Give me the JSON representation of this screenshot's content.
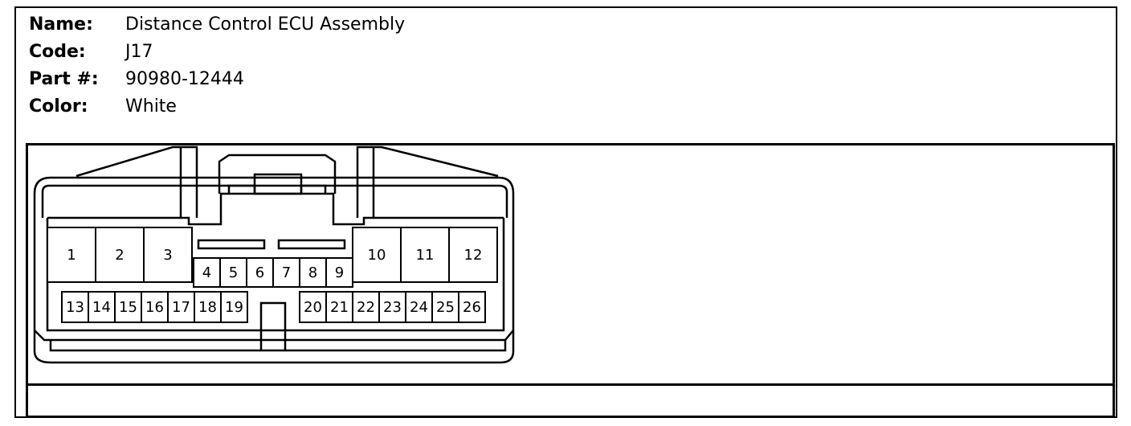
{
  "info": {
    "name_label": "Name:",
    "name_value": "Distance Control ECU Assembly",
    "code_label": "Code:",
    "code_value": "J17",
    "part_label": "Part #:",
    "part_value": "90980-12444",
    "color_label": "Color:",
    "color_value": "White"
  },
  "pins": {
    "top_left": [
      "1",
      "2",
      "3"
    ],
    "top_right": [
      "10",
      "11",
      "12"
    ],
    "middle": [
      "4",
      "5",
      "6",
      "7",
      "8",
      "9"
    ],
    "bottom_left": [
      "13",
      "14",
      "15",
      "16",
      "17",
      "18",
      "19"
    ],
    "bottom_right": [
      "20",
      "21",
      "22",
      "23",
      "24",
      "25",
      "26"
    ]
  }
}
